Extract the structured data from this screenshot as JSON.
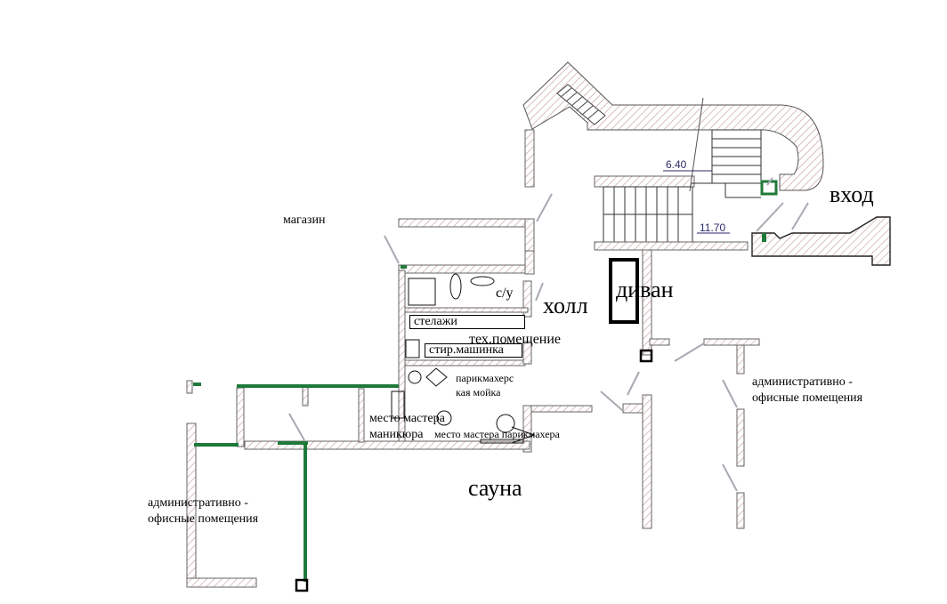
{
  "labels": {
    "shop": "магазин",
    "wc": "с/у",
    "hall": "холл",
    "sofa": "диван",
    "entrance": "вход",
    "shelves": "стелажи",
    "tech_room": "тех.помещение",
    "washing_machine": "стир.машинка",
    "hair_wash": "парикмахерс\nкая мойка",
    "manicure_place": "место мастера\nманикюра",
    "hairdresser_place": "место мастера парикмахера",
    "sauna": "сауна",
    "offices_right": "административно -\nофисные помещения",
    "offices_left": "административно -\nофисные помещения"
  },
  "dimensions": {
    "stair_upper": "6.40",
    "stair_lower": "11.70"
  },
  "colors": {
    "wall_outline": "#7a7a7a",
    "wall_hatch": "#c9a7a0",
    "green_line": "#1f7a3a",
    "black": "#000000"
  }
}
